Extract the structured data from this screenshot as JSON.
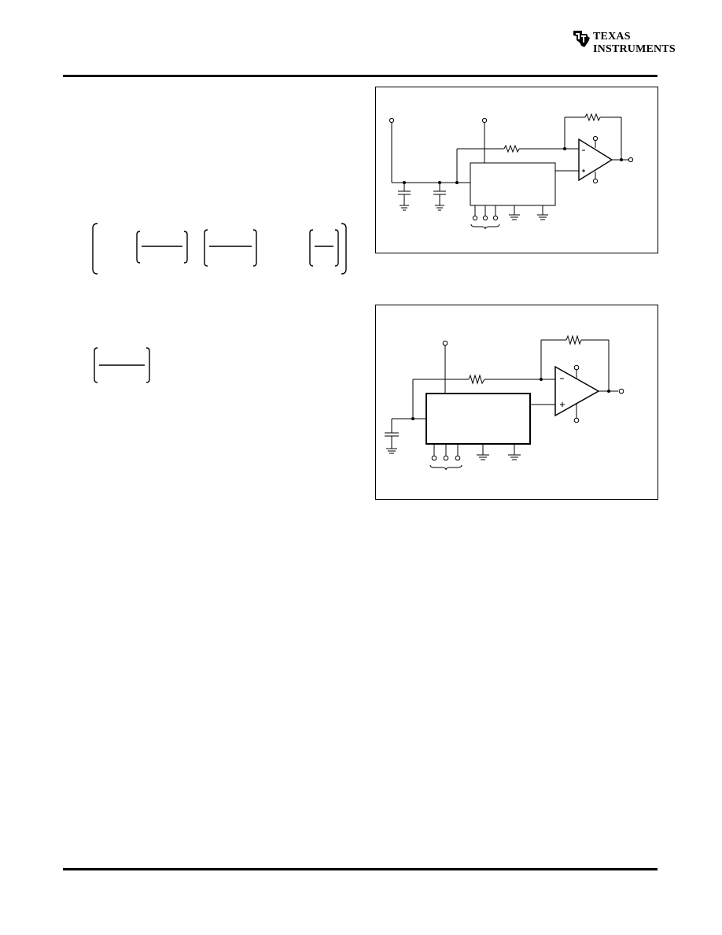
{
  "header": {
    "logo": {
      "company": "Texas Instruments",
      "line1": "TEXAS",
      "line2": "INSTRUMENTS",
      "icon": "ti-state-logo-icon"
    }
  },
  "figures": [
    {
      "id": "figure-1",
      "type": "op-amp-circuit-two-capacitors"
    },
    {
      "id": "figure-2",
      "type": "op-amp-circuit-one-capacitor"
    }
  ],
  "equations": [
    {
      "id": "equation-1",
      "glyphs": [
        "left-paren",
        "bracket-fraction",
        "bracket-fraction",
        "bracket-fraction",
        "right-paren"
      ]
    },
    {
      "id": "equation-2",
      "glyphs": [
        "bracket-fraction"
      ]
    }
  ]
}
